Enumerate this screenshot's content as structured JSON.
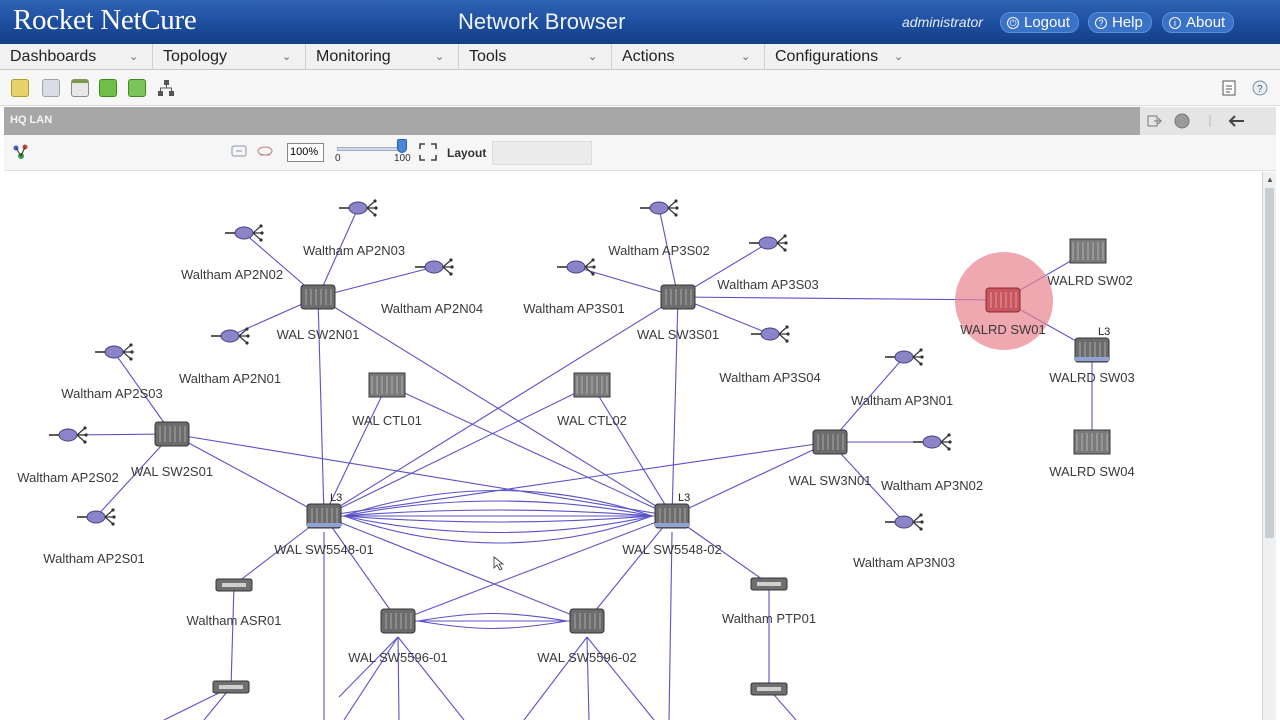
{
  "header": {
    "brand": "Rocket NetCure",
    "app_title": "Network Browser",
    "user": "administrator",
    "buttons": [
      {
        "label": "Logout",
        "icon": "power-icon"
      },
      {
        "label": "Help",
        "icon": "help-icon"
      },
      {
        "label": "About",
        "icon": "info-icon"
      }
    ]
  },
  "menu": [
    {
      "label": "Dashboards"
    },
    {
      "label": "Topology"
    },
    {
      "label": "Monitoring"
    },
    {
      "label": "Tools"
    },
    {
      "label": "Actions"
    },
    {
      "label": "Configurations"
    }
  ],
  "view": {
    "title": "HQ LAN",
    "zoom": "100%",
    "slider_min": "0",
    "slider_max": "100",
    "layout_label": "Layout"
  },
  "topology": {
    "link_color": "#5a52c8",
    "highlight_color": "#e8818f",
    "nodes": [
      {
        "id": "ap2n03",
        "type": "ap",
        "label": "Waltham AP2N03"
      },
      {
        "id": "ap2n02",
        "type": "ap",
        "label": "Waltham AP2N02"
      },
      {
        "id": "ap2n04",
        "type": "ap",
        "label": "Waltham AP2N04"
      },
      {
        "id": "sw2n01",
        "type": "switch",
        "label": "WAL SW2N01"
      },
      {
        "id": "ap2n01",
        "type": "ap",
        "label": "Waltham AP2N01"
      },
      {
        "id": "ap2s03",
        "type": "ap",
        "label": "Waltham AP2S03"
      },
      {
        "id": "ap2s02",
        "type": "ap",
        "label": "Waltham AP2S02"
      },
      {
        "id": "sw2s01",
        "type": "switch",
        "label": "WAL SW2S01"
      },
      {
        "id": "ap2s01",
        "type": "ap",
        "label": "Waltham AP2S01"
      },
      {
        "id": "ctl01",
        "type": "controller",
        "label": "WAL CTL01"
      },
      {
        "id": "ctl02",
        "type": "controller",
        "label": "WAL CTL02"
      },
      {
        "id": "ap3s02",
        "type": "ap",
        "label": "Waltham AP3S02"
      },
      {
        "id": "ap3s03",
        "type": "ap",
        "label": "Waltham AP3S03"
      },
      {
        "id": "ap3s01",
        "type": "ap",
        "label": "Waltham AP3S01"
      },
      {
        "id": "sw3s01",
        "type": "switch",
        "label": "WAL SW3S01"
      },
      {
        "id": "ap3s04",
        "type": "ap",
        "label": "Waltham AP3S04"
      },
      {
        "id": "walrd02",
        "type": "controller",
        "label": "WALRD SW02"
      },
      {
        "id": "walrd01",
        "type": "switch",
        "label": "WALRD SW01",
        "highlight": true
      },
      {
        "id": "walrd03",
        "type": "l3",
        "label": "WALRD SW03",
        "badge": "L3"
      },
      {
        "id": "walrd04",
        "type": "controller",
        "label": "WALRD SW04"
      },
      {
        "id": "ap3n01",
        "type": "ap",
        "label": "Waltham AP3N01"
      },
      {
        "id": "sw3n01",
        "type": "switch",
        "label": "WAL SW3N01"
      },
      {
        "id": "ap3n02",
        "type": "ap",
        "label": "Waltham AP3N02"
      },
      {
        "id": "ap3n03",
        "type": "ap",
        "label": "Waltham AP3N03"
      },
      {
        "id": "sw5548a",
        "type": "l3",
        "label": "WAL SW5548-01",
        "badge": "L3"
      },
      {
        "id": "sw5548b",
        "type": "l3",
        "label": "WAL SW5548-02",
        "badge": "L3"
      },
      {
        "id": "asr01",
        "type": "router",
        "label": "Waltham ASR01"
      },
      {
        "id": "ptp01",
        "type": "router",
        "label": "Waltham PTP01"
      },
      {
        "id": "sw5596a",
        "type": "switch",
        "label": "WAL SW5596-01"
      },
      {
        "id": "sw5596b",
        "type": "switch",
        "label": "WAL SW5596-02"
      },
      {
        "id": "rtrL",
        "type": "router",
        "label": ""
      },
      {
        "id": "rtrR",
        "type": "router",
        "label": ""
      }
    ],
    "links": [
      [
        "ap2n03",
        "sw2n01"
      ],
      [
        "ap2n02",
        "sw2n01"
      ],
      [
        "ap2n04",
        "sw2n01"
      ],
      [
        "ap2n01",
        "sw2n01"
      ],
      [
        "ap2s03",
        "sw2s01"
      ],
      [
        "ap2s02",
        "sw2s01"
      ],
      [
        "ap2s01",
        "sw2s01"
      ],
      [
        "ap3s02",
        "sw3s01"
      ],
      [
        "ap3s03",
        "sw3s01"
      ],
      [
        "ap3s01",
        "sw3s01"
      ],
      [
        "ap3s04",
        "sw3s01"
      ],
      [
        "sw3s01",
        "walrd01"
      ],
      [
        "walrd02",
        "walrd01"
      ],
      [
        "walrd03",
        "walrd01"
      ],
      [
        "walrd03",
        "walrd04"
      ],
      [
        "ap3n01",
        "sw3n01"
      ],
      [
        "ap3n02",
        "sw3n01"
      ],
      [
        "ap3n03",
        "sw3n01"
      ],
      [
        "sw2n01",
        "sw5548a"
      ],
      [
        "sw2n01",
        "sw5548b"
      ],
      [
        "sw3s01",
        "sw5548a"
      ],
      [
        "sw3s01",
        "sw5548b"
      ],
      [
        "sw2s01",
        "sw5548a"
      ],
      [
        "sw2s01",
        "sw5548b"
      ],
      [
        "sw3n01",
        "sw5548a"
      ],
      [
        "sw3n01",
        "sw5548b"
      ],
      [
        "ctl01",
        "sw5548a"
      ],
      [
        "ctl01",
        "sw5548b"
      ],
      [
        "ctl02",
        "sw5548a"
      ],
      [
        "ctl02",
        "sw5548b"
      ],
      [
        "sw5548a",
        "sw5548b"
      ],
      [
        "sw5548a",
        "asr01"
      ],
      [
        "sw5548b",
        "ptp01"
      ],
      [
        "sw5548a",
        "sw5596a"
      ],
      [
        "sw5548a",
        "sw5596b"
      ],
      [
        "sw5548b",
        "sw5596a"
      ],
      [
        "sw5548b",
        "sw5596b"
      ],
      [
        "sw5596a",
        "sw5596b"
      ],
      [
        "asr01",
        "rtrL"
      ],
      [
        "ptp01",
        "rtrR"
      ]
    ]
  }
}
